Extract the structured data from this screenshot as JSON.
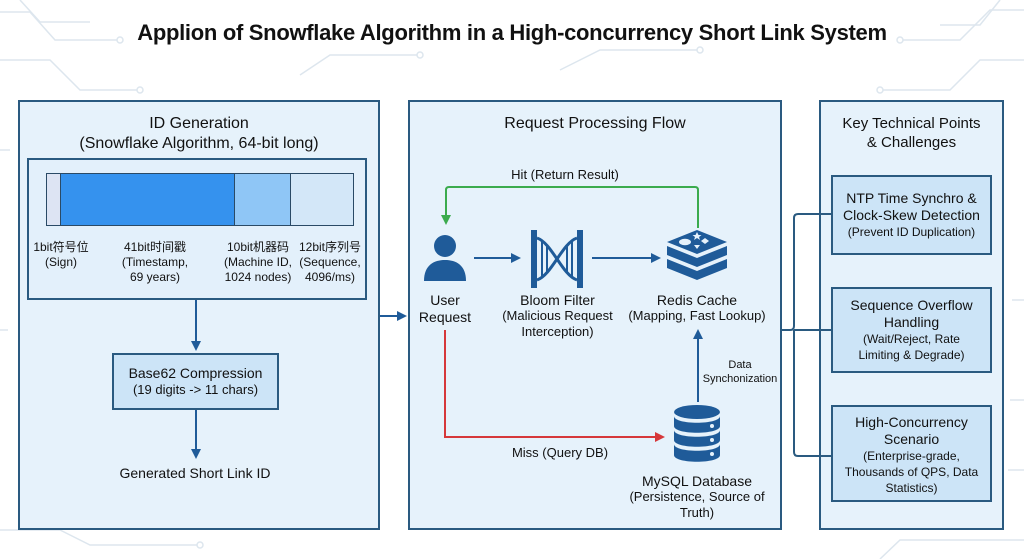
{
  "title": "Applion of Snowflake Algorithm in a High-concurrency Short Link System",
  "colors": {
    "panel_bg": "#e6f2fb",
    "panel_border": "#2a5a80",
    "arrow_blue": "#1f5b99",
    "hit_green": "#3bab4e",
    "miss_red": "#d6383a",
    "icon_blue": "#1f5b99",
    "bit_sign": "#dde4f3",
    "bit_timestamp": "#3592ee",
    "bit_machine": "#8fc6f6",
    "bit_sequence": "#d3e7f8"
  },
  "id_generation": {
    "title_line1": "ID Generation",
    "title_line2": "(Snowflake Algorithm, 64-bit long)",
    "bit_fields": [
      {
        "bits": 1,
        "name": "1bit符号位",
        "desc_line1": "(Sign)",
        "desc_line2": ""
      },
      {
        "bits": 41,
        "name": "41bit时间戳",
        "desc_line1": "(Timestamp,",
        "desc_line2": "69 years)"
      },
      {
        "bits": 10,
        "name": "10bit机器码",
        "desc_line1": "(Machine ID,",
        "desc_line2": "1024 nodes)"
      },
      {
        "bits": 12,
        "name": "12bit序列号",
        "desc_line1": "(Sequence,",
        "desc_line2": "4096/ms)"
      }
    ],
    "compression_line1": "Base62 Compression",
    "compression_line2": "(19 digits -> 11 chars)",
    "output_label": "Generated Short Link ID"
  },
  "request_flow": {
    "title": "Request Processing Flow",
    "hit_label": "Hit (Return Result)",
    "miss_label": "Miss (Query DB)",
    "sync_label_line1": "Data",
    "sync_label_line2": "Synchonization",
    "user": {
      "line1": "User",
      "line2": "Request",
      "icon": "user-icon"
    },
    "bloom": {
      "line1": "Bloom Filter",
      "line2": "(Malicious Request",
      "line3": "Interception)",
      "icon": "bloom-filter-icon"
    },
    "redis": {
      "line1": "Redis Cache",
      "line2": "(Mapping, Fast Lookup)",
      "icon": "redis-icon"
    },
    "mysql": {
      "line1": "MySQL Database",
      "line2": "(Persistence, Source of",
      "line3": "Truth)",
      "icon": "database-icon"
    }
  },
  "key_points": {
    "title_line1": "Key Technical Points",
    "title_line2": "& Challenges",
    "items": [
      {
        "line1": "NTP Time Synchro &",
        "line2": "Clock-Skew Detection",
        "line3": "(Prevent ID Duplication)",
        "line4": ""
      },
      {
        "line1": "Sequence Overflow",
        "line2": "Handling",
        "line3": "(Wait/Reject, Rate",
        "line4": "Limiting & Degrade)"
      },
      {
        "line1": "High-Concurrency",
        "line2": "Scenario",
        "line3": "(Enterprise-grade,",
        "line4": "Thousands of QPS, Data",
        "line5": "Statistics)"
      }
    ]
  }
}
